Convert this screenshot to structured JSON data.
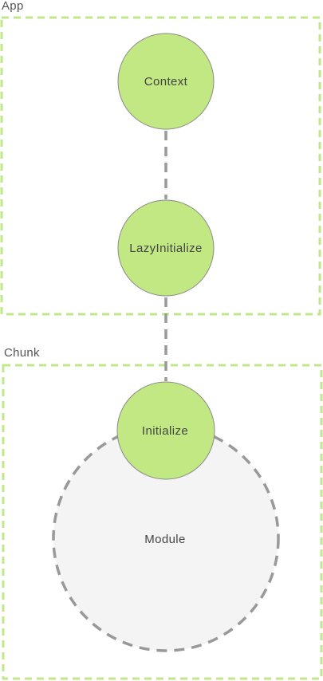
{
  "groups": {
    "app": {
      "label": "App"
    },
    "chunk": {
      "label": "Chunk"
    }
  },
  "nodes": {
    "context": {
      "label": "Context"
    },
    "lazy_initialize": {
      "label": "LazyInitialize"
    },
    "initialize": {
      "label": "Initialize"
    },
    "module": {
      "label": "Module"
    }
  },
  "colors": {
    "group_border": "#bfe88a",
    "node_fill": "#c1e883",
    "node_stroke": "#8a8a8a",
    "module_fill": "#f4f4f4",
    "connector": "#999999"
  }
}
